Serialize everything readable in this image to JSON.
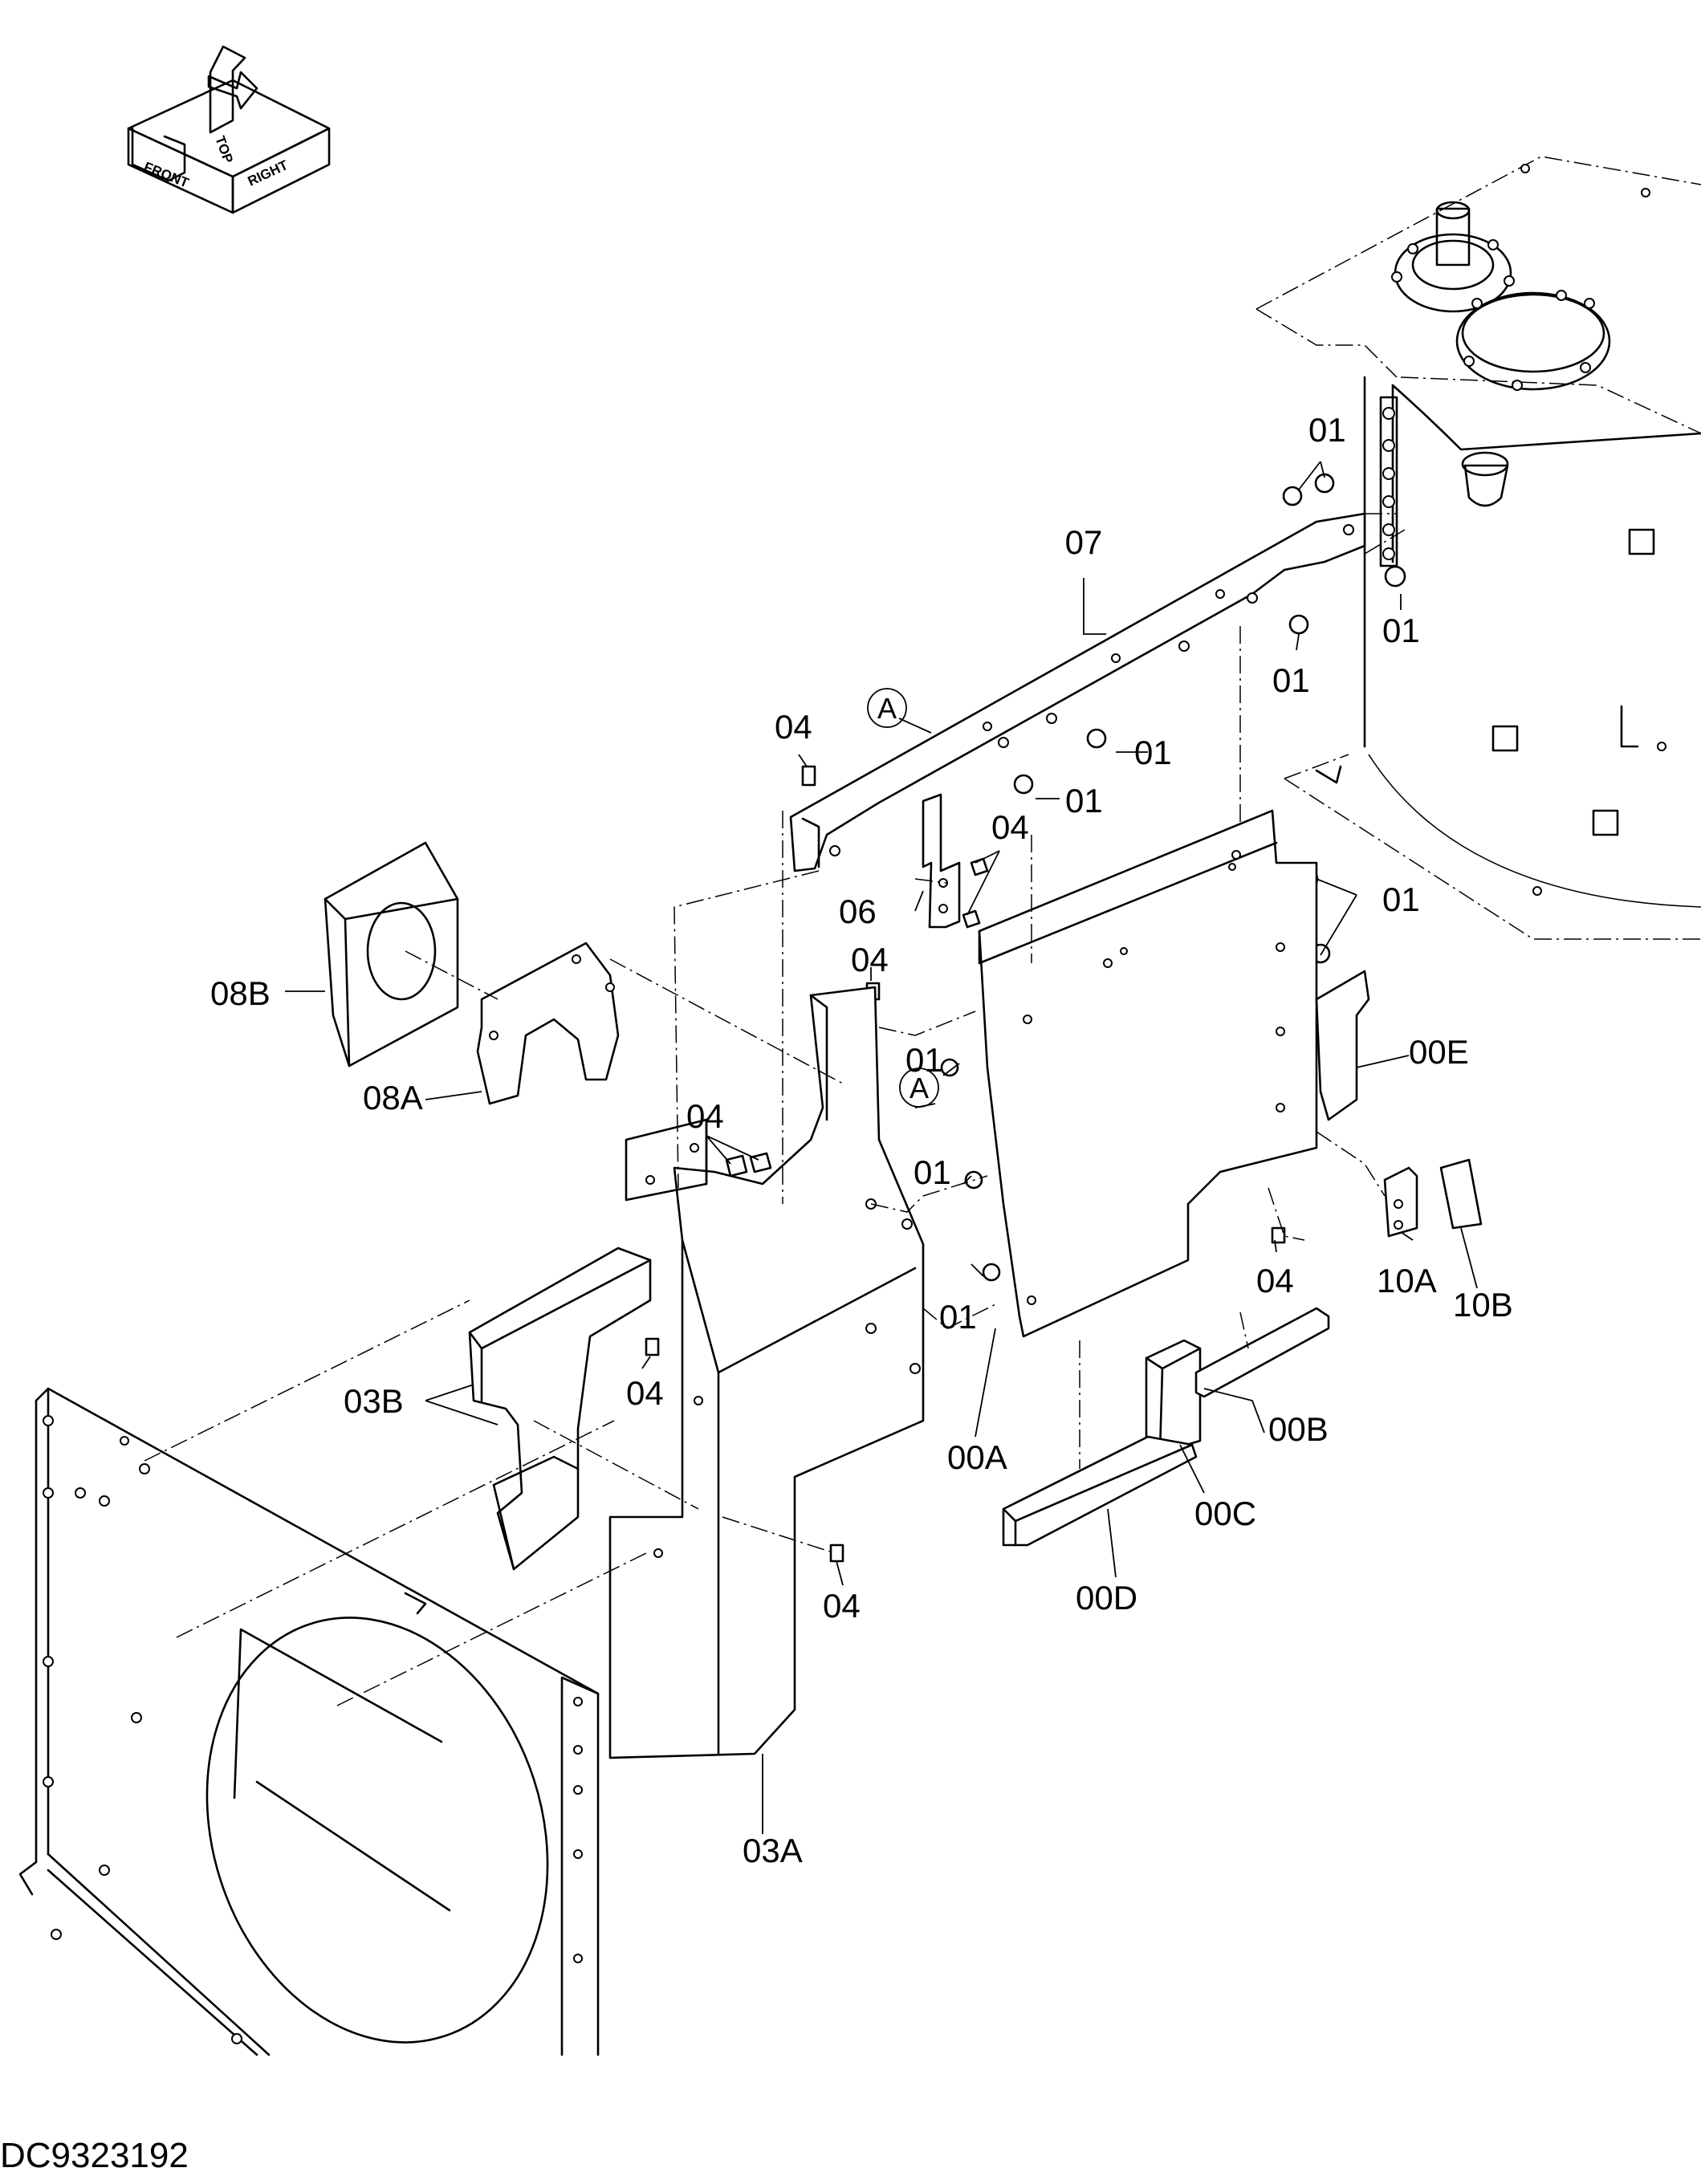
{
  "orientation": {
    "front": "FRONT",
    "top": "TOP",
    "right": "RIGHT"
  },
  "labels": {
    "p07": "07",
    "p06": "06",
    "p08B": "08B",
    "p08A": "08A",
    "p03B": "03B",
    "p03A": "03A",
    "p00A": "00A",
    "p00B": "00B",
    "p00C": "00C",
    "p00D": "00D",
    "p00E": "00E",
    "p10A": "10A",
    "p10B": "10B",
    "bolt01": "01",
    "bolt04": "04"
  },
  "refs": {
    "a": "A"
  },
  "drawing_code": "DC9323192"
}
